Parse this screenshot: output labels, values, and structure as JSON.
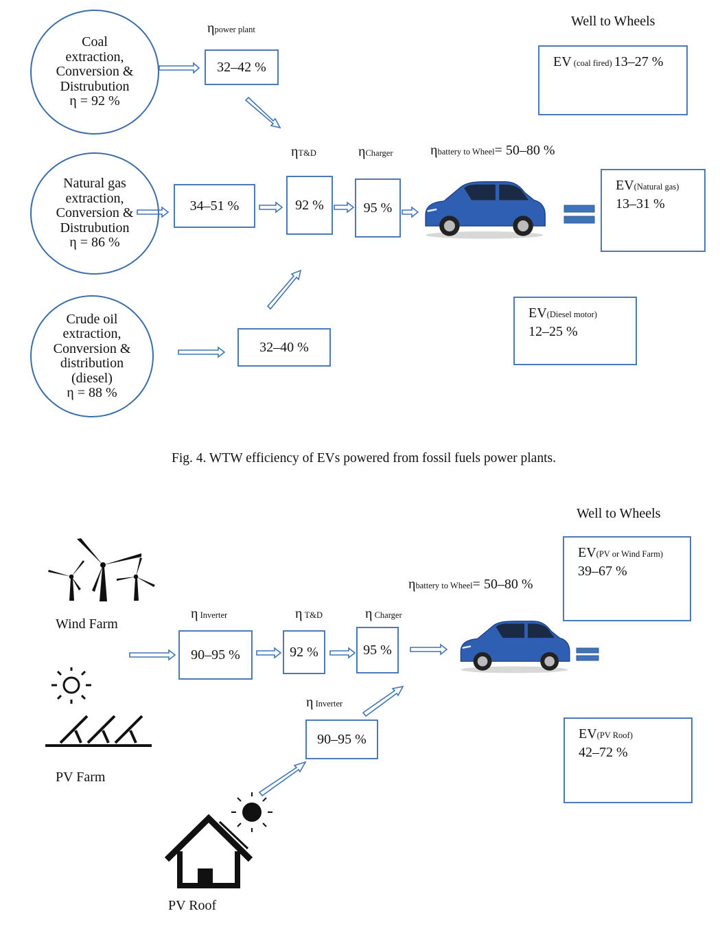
{
  "fig4": {
    "header": "Well to Wheels",
    "sources": [
      {
        "label": "Coal\nextraction,\nConversion &\nDistrubution\nη = 92 %"
      },
      {
        "label": "Natural gas\nextraction,\nConversion &\nDistrubution\nη = 86 %"
      },
      {
        "label": "Crude oil\nextraction,\nConversion &\ndistribution\n(diesel)\nη = 88 %"
      }
    ],
    "eta_power_plant": {
      "symbol": "η",
      "sub": "power plant"
    },
    "eta_td": {
      "symbol": "η",
      "sub": "T&D"
    },
    "eta_charger": {
      "symbol": "η",
      "sub": "Charger"
    },
    "eta_b2w": {
      "symbol": "η",
      "sub": "battery to Wheel",
      "value": "= 50–80 %"
    },
    "box_coal": "32–42 %",
    "box_gas": "34–51 %",
    "box_diesel": "32–40 %",
    "box_td": "92 %",
    "box_charger": "95 %",
    "results": [
      {
        "ev": "EV",
        "sub": " (coal fired) ",
        "value": "13–27 %"
      },
      {
        "ev": "EV",
        "sub": "(Natural gas)",
        "value": "13–31 %"
      },
      {
        "ev": "EV",
        "sub": "(Diesel motor)",
        "value": "12–25 %"
      }
    ],
    "caption": "Fig. 4. WTW efficiency of EVs powered from fossil fuels power plants."
  },
  "fig5": {
    "header": "Well to Wheels",
    "wind_label": "Wind Farm",
    "pv_farm_label": "PV Farm",
    "pv_roof_label": "PV Roof",
    "eta_inverter": {
      "symbol": "η",
      "sub": " Inverter"
    },
    "eta_td": {
      "symbol": "η",
      "sub": " T&D"
    },
    "eta_charger": {
      "symbol": "η",
      "sub": " Charger"
    },
    "eta_inverter2": {
      "symbol": "η",
      "sub": " Inverter"
    },
    "eta_b2w": {
      "symbol": "η",
      "sub": "battery to Wheel",
      "value": "= 50–80 %"
    },
    "box_inverter": "90–95 %",
    "box_td": "92 %",
    "box_charger": "95 %",
    "box_inverter2": "90–95 %",
    "results": [
      {
        "ev": "EV",
        "sub": "(PV or Wind Farm)",
        "value": "39–67 %"
      },
      {
        "ev": "EV",
        "sub": "(PV Roof)",
        "value": "42–72 %"
      }
    ]
  },
  "colors": {
    "arrow": "#3f74b8",
    "box_border": "#4a7ab5",
    "car_body": "#2f5fb3",
    "equals": "#3f74b8"
  },
  "icons": [
    "wind-turbine-icon",
    "sun-icon",
    "solar-panel-icon",
    "house-icon",
    "car-image"
  ]
}
